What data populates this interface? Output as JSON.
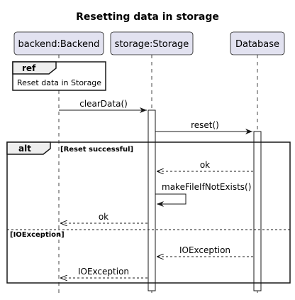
{
  "diagram": {
    "title": "Resetting data in storage",
    "participants": [
      {
        "id": "backend",
        "label": "backend:Backend"
      },
      {
        "id": "storage",
        "label": "storage:Storage"
      },
      {
        "id": "database",
        "label": "Database"
      }
    ],
    "ref": {
      "keyword": "ref",
      "text": "Reset data in Storage"
    },
    "messages": [
      {
        "from": "backend",
        "to": "storage",
        "label": "clearData()",
        "style": "solid"
      },
      {
        "from": "storage",
        "to": "database",
        "label": "reset()",
        "style": "solid"
      }
    ],
    "alt": {
      "keyword": "alt",
      "guard1": "[Reset successful]",
      "guard2": "[IOException]",
      "branch1": [
        {
          "from": "database",
          "to": "storage",
          "label": "ok",
          "style": "dashed"
        },
        {
          "from": "storage",
          "to": "storage",
          "label": "makeFileIfNotExists()",
          "style": "self"
        },
        {
          "from": "storage",
          "to": "backend",
          "label": "ok",
          "style": "dashed"
        }
      ],
      "branch2": [
        {
          "from": "database",
          "to": "storage",
          "label": "IOException",
          "style": "dashed"
        },
        {
          "from": "storage",
          "to": "backend",
          "label": "IOException",
          "style": "dashed"
        }
      ]
    },
    "colors": {
      "participant_fill": "#E2E2F0",
      "participant_border": "#181818",
      "frame_header_fill": "#EEEEEE",
      "line": "#181818"
    }
  }
}
